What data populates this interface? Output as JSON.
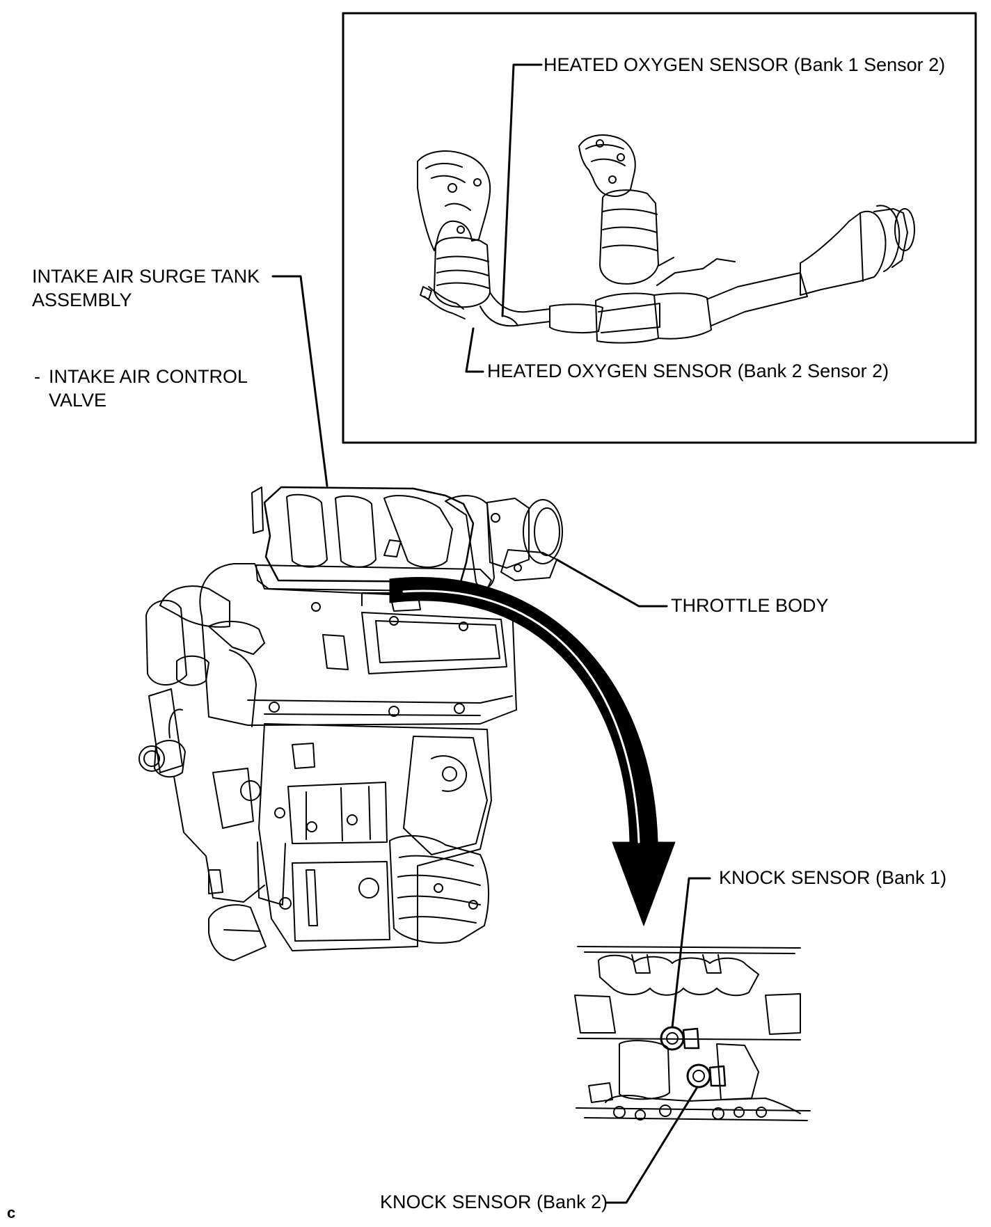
{
  "labels": {
    "ho2s_b1s2": "HEATED OXYGEN SENSOR (Bank 1 Sensor 2)",
    "ho2s_b2s2": "HEATED OXYGEN SENSOR (Bank 2 Sensor 2)",
    "surge_tank_line1": "INTAKE AIR SURGE TANK",
    "surge_tank_line2": "ASSEMBLY",
    "iacv_bullet": "-",
    "iacv_line1": "INTAKE AIR CONTROL",
    "iacv_line2": "VALVE",
    "throttle_body": "THROTTLE BODY",
    "knock_b1": "KNOCK SENSOR (Bank 1)",
    "knock_b2": "KNOCK SENSOR (Bank 2)"
  },
  "corner_mark": "c",
  "icons": {
    "engine": "engine-assembly-icon",
    "exhaust": "exhaust-manifold-icon",
    "knock_detail": "cylinder-block-detail-icon",
    "arrow": "curved-arrow-icon"
  },
  "colors": {
    "line": "#000000",
    "background": "#ffffff"
  }
}
